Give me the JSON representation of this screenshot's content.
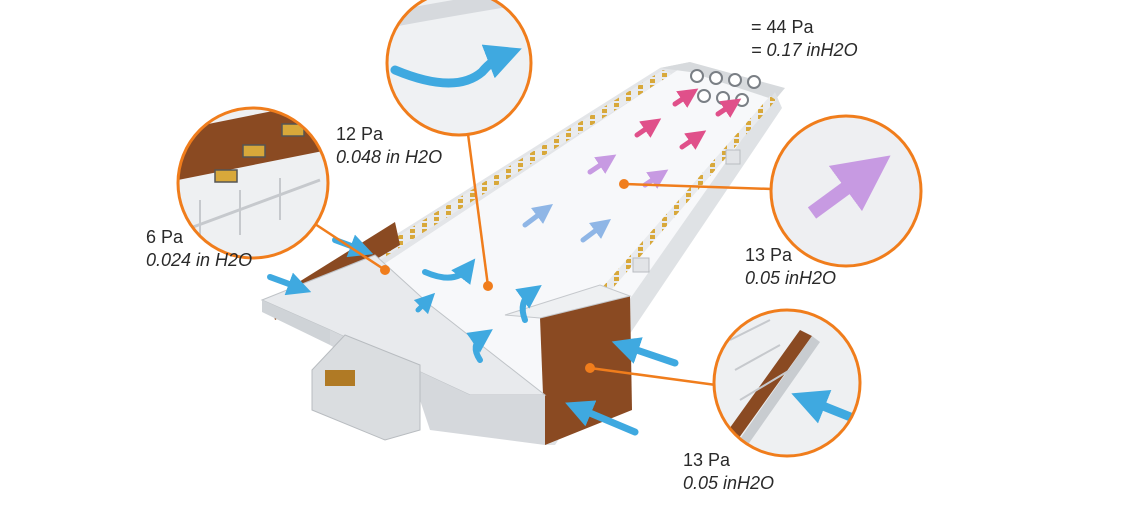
{
  "labels": {
    "top_right": {
      "pa": "= 44 Pa",
      "inh2o": "= 0.17 inH2O"
    },
    "upper_mid": {
      "pa": "12 Pa",
      "inh2o": "0.048 in H2O"
    },
    "left": {
      "pa": "6 Pa",
      "inh2o": "0.024 in H2O"
    },
    "right": {
      "pa": "13 Pa",
      "inh2o": "0.05 inH2O"
    },
    "bottom_right": {
      "pa": "13 Pa",
      "inh2o": "0.05 inH2O"
    }
  },
  "colors": {
    "callout_orange": "#f07d1c",
    "airflow_blue": "#3fa9e0",
    "airflow_lightblue": "#8fb6e6",
    "airflow_purple": "#c79ae2",
    "airflow_pink": "#e0508a",
    "cooling_pad_brown": "#8a4a22",
    "vent_yellow": "#e2b23a",
    "wall_grey": "#d9dcdf",
    "floor_white": "#f7f8fa"
  },
  "icons": [
    "airflow-arrow-icon",
    "exhaust-fan-icon",
    "inlet-vent-icon"
  ]
}
